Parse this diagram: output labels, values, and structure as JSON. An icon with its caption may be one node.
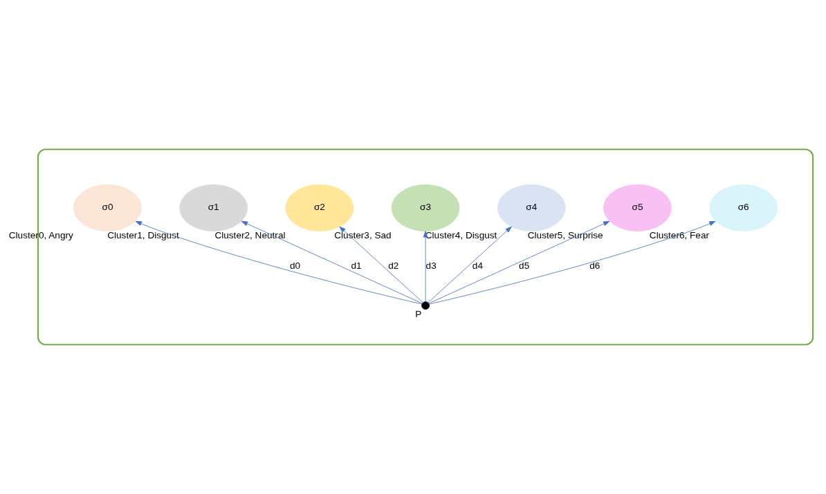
{
  "diagram": {
    "nodes": [
      {
        "text": [],
        "shape": "box"
      },
      {
        "text": [
          "σ0"
        ],
        "beside": [
          "Cluster0, Angry"
        ],
        "in": 0
      },
      {
        "text": [
          "σ1"
        ],
        "beside": [
          "Cluster1, Disgust"
        ],
        "in": 0
      },
      {
        "text": [
          "σ2"
        ],
        "beside": [
          "Cluster2, Neutral"
        ],
        "in": 0
      },
      {
        "text": [
          "σ3"
        ],
        "beside": [
          "Cluster3, Sad"
        ],
        "in": 0
      },
      {
        "text": [
          "σ4"
        ],
        "beside": [
          "Cluster4, Disgust"
        ],
        "in": 0
      },
      {
        "text": [
          "σ5"
        ],
        "beside": [
          "Cluster5, Surprise"
        ],
        "in": 0
      },
      {
        "text": [
          "σ6"
        ],
        "beside": [
          "Cluster6, Fear"
        ],
        "in": 0
      },
      {
        "text": [],
        "shape": "circle",
        "beside": [
          "P"
        ],
        "in": 0
      }
    ],
    "edges": [
      {
        "from": 8,
        "to": 1,
        "arrow": "to",
        "label": "d0"
      },
      {
        "from": 8,
        "to": 2,
        "arrow": "to",
        "label": "d1"
      },
      {
        "from": 8,
        "to": 3,
        "arrow": "to",
        "label": "d2"
      },
      {
        "from": 8,
        "to": 4,
        "arrow": "to",
        "label": "d3"
      },
      {
        "from": 8,
        "to": 5,
        "arrow": "to",
        "label": "d4"
      },
      {
        "from": 8,
        "to": 6,
        "arrow": "to",
        "label": "d5"
      },
      {
        "from": 8,
        "to": 7,
        "arrow": "to",
        "label": "d6"
      }
    ]
  }
}
